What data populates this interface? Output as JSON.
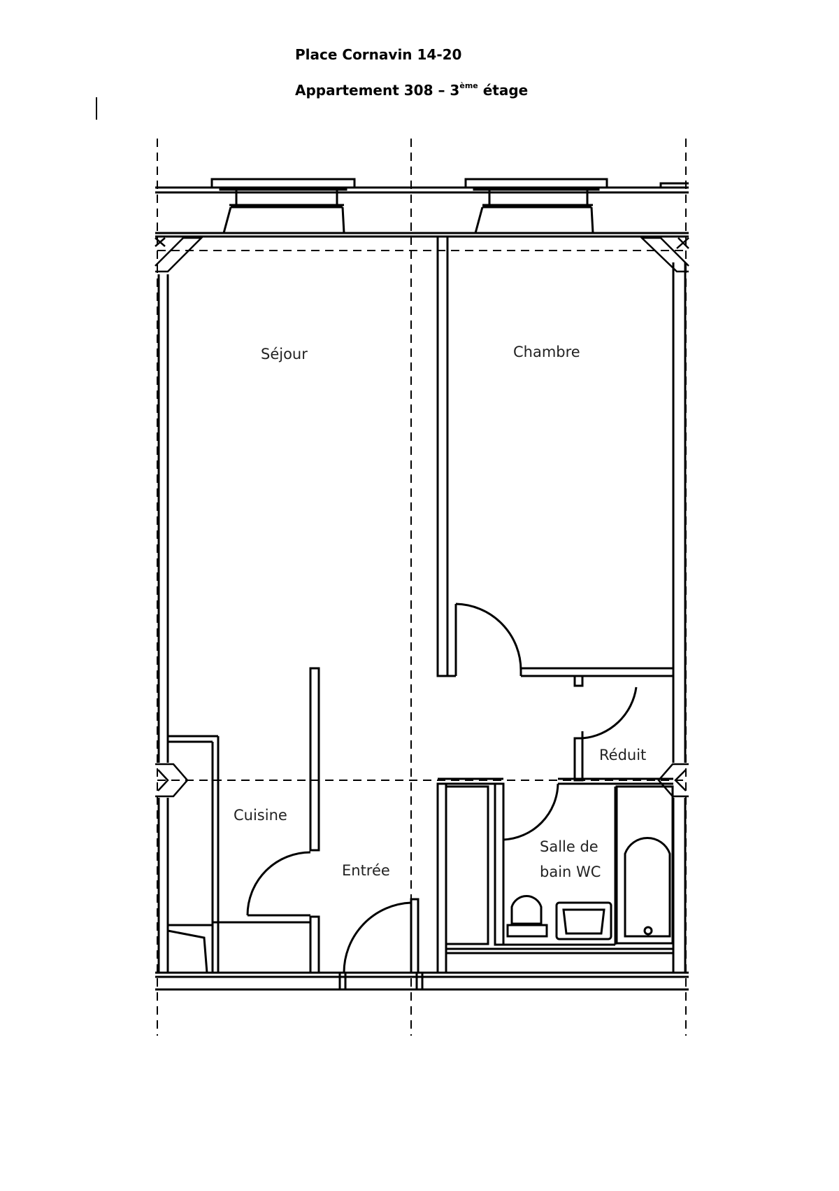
{
  "header": {
    "address": "Place Cornavin 14-20",
    "unit_prefix": "Appartement 308 – 3",
    "unit_superscript": "ème",
    "unit_suffix": " étage"
  },
  "rooms": {
    "sejour": "Séjour",
    "chambre": "Chambre",
    "reduit": "Réduit",
    "cuisine": "Cuisine",
    "entree": "Entrée",
    "salle_de_bain_line1": "Salle de",
    "salle_de_bain_line2": "bain WC"
  },
  "colors": {
    "ink": "#000000",
    "label": "#222222",
    "background": "#ffffff"
  }
}
